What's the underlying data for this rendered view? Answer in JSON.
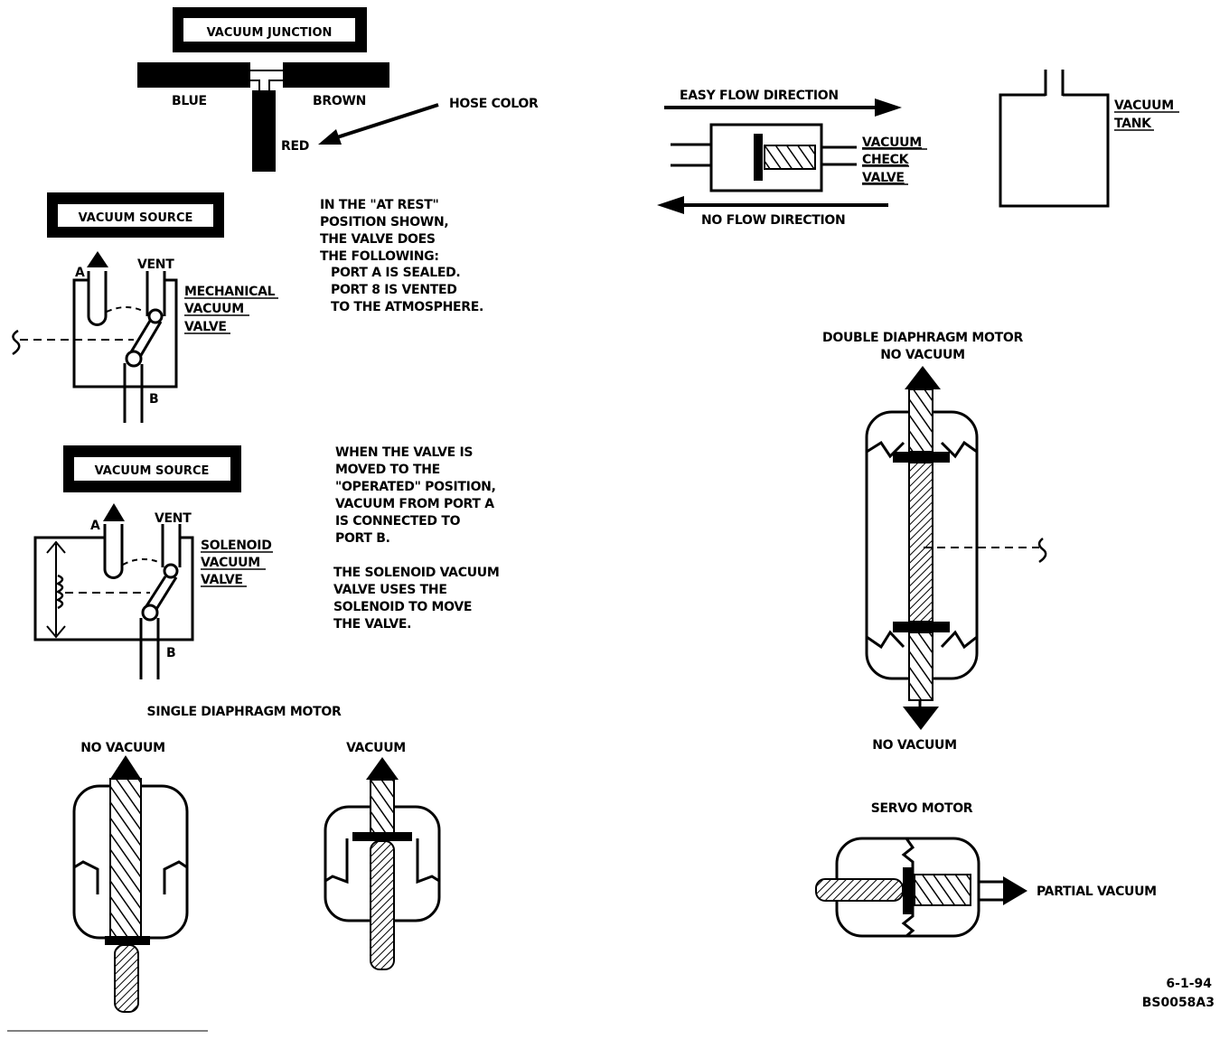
{
  "vacuum_junction": {
    "title": "VACUUM JUNCTION",
    "blue": "BLUE",
    "brown": "BROWN",
    "red": "RED",
    "hose_color": "HOSE COLOR"
  },
  "check_valve": {
    "easy_flow": "EASY FLOW DIRECTION",
    "no_flow": "NO FLOW DIRECTION",
    "label": [
      "VACUUM",
      "CHECK",
      "VALVE"
    ]
  },
  "vacuum_tank": {
    "label": [
      "VACUUM",
      "TANK"
    ]
  },
  "mechanical_valve": {
    "source": "VACUUM SOURCE",
    "port_a": "A",
    "vent": "VENT",
    "port_b": "B",
    "label": [
      "MECHANICAL",
      "VACUUM",
      "VALVE"
    ],
    "note": [
      "IN THE \"AT REST\"",
      "POSITION SHOWN,",
      "THE VALVE DOES",
      "THE FOLLOWING:",
      "PORT A IS SEALED.",
      "PORT 8 IS VENTED",
      "TO THE ATMOSPHERE."
    ]
  },
  "solenoid_valve": {
    "source": "VACUUM SOURCE",
    "port_a": "A",
    "vent": "VENT",
    "port_b": "B",
    "label": [
      "SOLENOID",
      "VACUUM",
      "VALVE"
    ],
    "note1": [
      "WHEN THE VALVE IS",
      "MOVED TO THE",
      "\"OPERATED\" POSITION,",
      "VACUUM FROM PORT A",
      "IS CONNECTED TO",
      "PORT B."
    ],
    "note2": [
      "THE SOLENOID VACUUM",
      "VALVE USES THE",
      "SOLENOID TO MOVE",
      "THE VALVE."
    ]
  },
  "double_diaphragm": {
    "title": [
      "DOUBLE DIAPHRAGM MOTOR",
      "NO VACUUM"
    ],
    "bottom": "NO VACUUM"
  },
  "single_diaphragm": {
    "title": "SINGLE DIAPHRAGM MOTOR",
    "left": "NO VACUUM",
    "right": "VACUUM"
  },
  "servo_motor": {
    "title": "SERVO MOTOR",
    "partial": "PARTIAL VACUUM"
  },
  "footer": {
    "code1": "6-1-94",
    "code2": "BS0058A3"
  }
}
